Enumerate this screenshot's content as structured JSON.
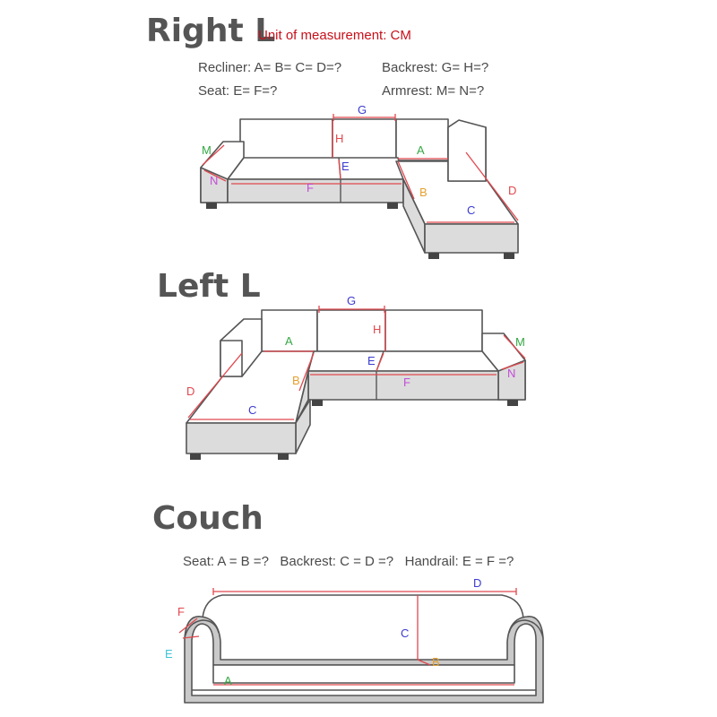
{
  "right_l": {
    "title": "Right L",
    "unit": "Unit of measurement: CM",
    "spec_recliner": "Recliner: A= B= C= D=?",
    "spec_backrest": "Backrest: G= H=?",
    "spec_seat": "Seat: E= F=?",
    "spec_armrest": "Armrest: M= N=?",
    "labels": {
      "G": "G",
      "H": "H",
      "E": "E",
      "F": "F",
      "A": "A",
      "B": "B",
      "C": "C",
      "D": "D",
      "M": "M",
      "N": "N"
    }
  },
  "left_l": {
    "title": "Left L",
    "labels": {
      "G": "G",
      "H": "H",
      "E": "E",
      "F": "F",
      "A": "A",
      "B": "B",
      "C": "C",
      "D": "D",
      "M": "M",
      "N": "N"
    }
  },
  "couch": {
    "title": "Couch",
    "spec": "Seat: A = B =?   Backrest: C = D =?   Handrail: E = F =?",
    "labels": {
      "A": "A",
      "B": "B",
      "C": "C",
      "D": "D",
      "E": "E",
      "F": "F"
    }
  },
  "colors": {
    "G": "#3b3bd0",
    "C": "#3b3bd0",
    "E": "#3b3bd0",
    "H": "#e0484e",
    "D": "#e0484e",
    "A": "#35a845",
    "M": "#35a845",
    "B": "#e6a030",
    "F": "#c24dd6",
    "N": "#c24dd6",
    "couch_E": "#3fc4d6",
    "couch_F": "#e0484e",
    "couch_B": "#e6a030",
    "couch_C": "#3b3bd0",
    "couch_D": "#3b3bd0",
    "couch_A": "#35a845"
  }
}
